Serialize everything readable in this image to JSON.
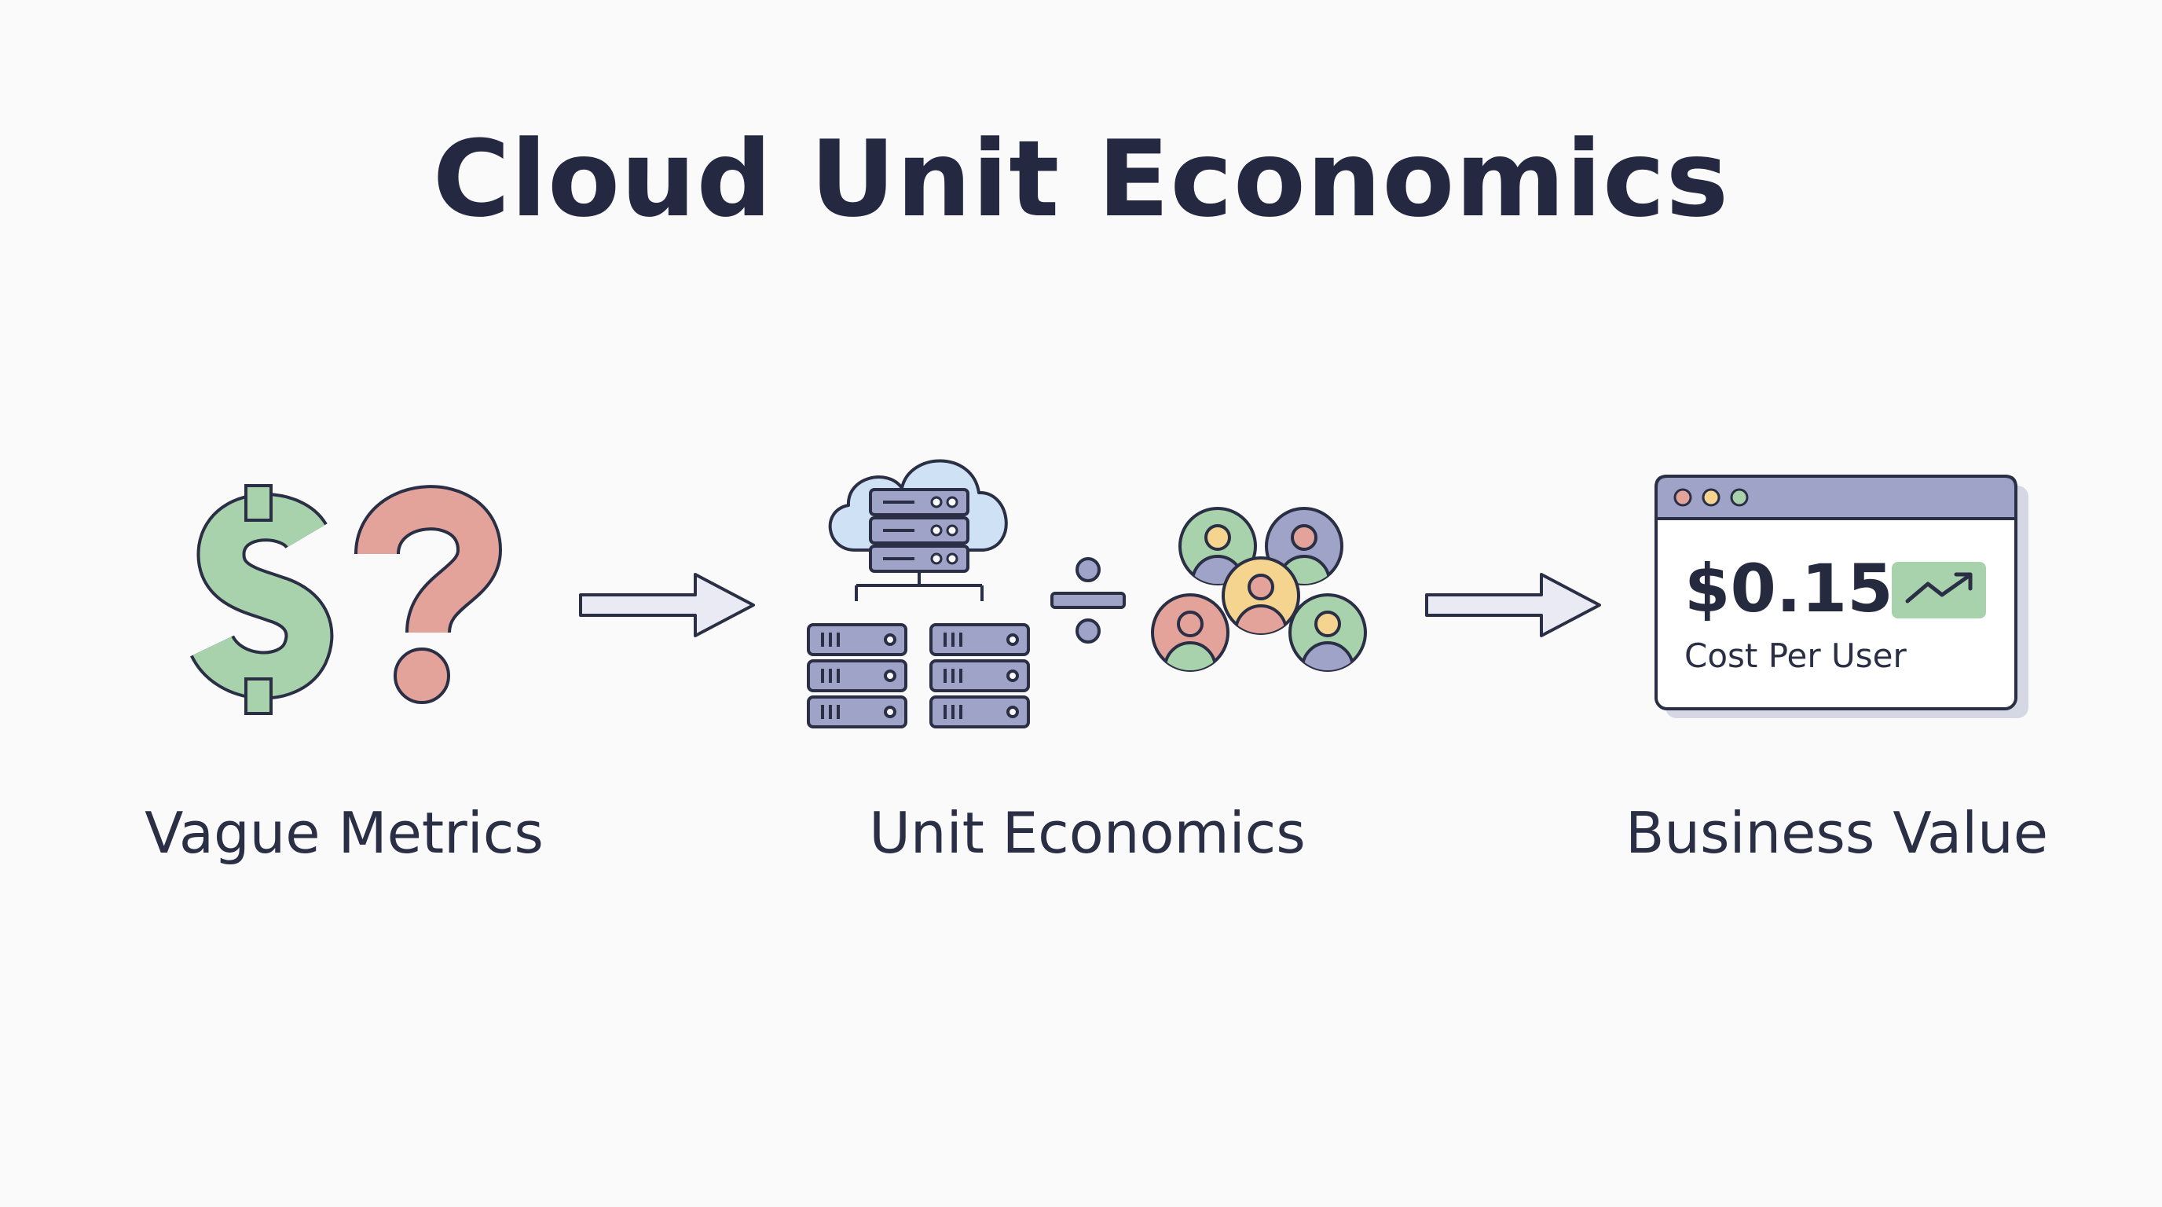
{
  "title": "Cloud Unit Economics",
  "stages": [
    {
      "label": "Vague Metrics",
      "icons": [
        "dollar-icon",
        "question-mark-icon"
      ]
    },
    {
      "label": "Unit Economics",
      "icons": [
        "cloud-server-icon",
        "server-rack-icon",
        "divide-icon",
        "users-group-icon"
      ]
    },
    {
      "label": "Business Value",
      "icons": [
        "dashboard-window-icon",
        "trend-up-icon"
      ]
    }
  ],
  "card": {
    "value": "$0.15",
    "caption": "Cost Per User"
  },
  "colors": {
    "outline": "#2a2f45",
    "green": "#a8d2ac",
    "red": "#e3a39a",
    "purple": "#9fa3c8",
    "blue": "#cfe1f4",
    "yellow": "#f5d48f",
    "arrow": "#e9eaf3"
  }
}
